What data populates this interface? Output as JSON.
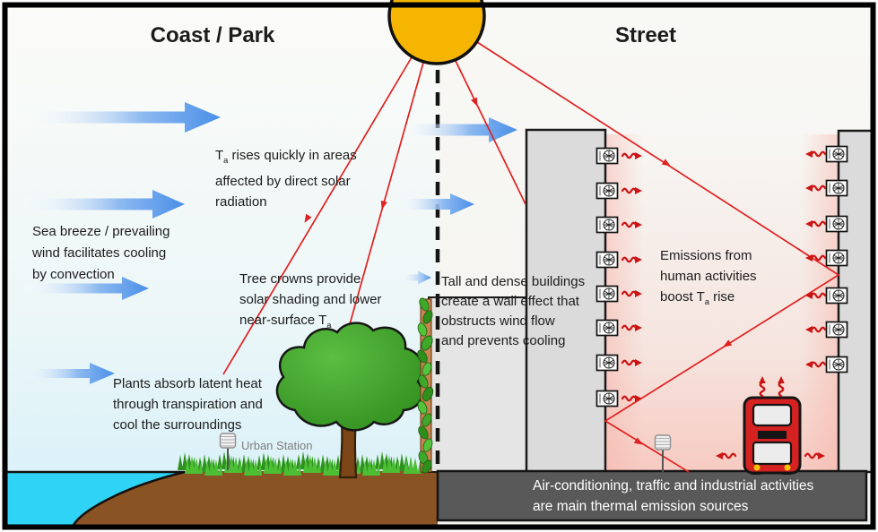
{
  "titles": {
    "left": "Coast / Park",
    "right": "Street"
  },
  "labels": {
    "solar": {
      "pre": "T",
      "sub": "a",
      "post": " rises quickly in areas",
      "line2": "affected by direct solar",
      "line3": "radiation"
    },
    "sea_breeze": {
      "line1": "Sea breeze / prevailing",
      "line2": "wind facilitates cooling",
      "line3": "by convection"
    },
    "tree": {
      "line1": "Tree crowns provide",
      "line2": "solar shading and lower",
      "line3_pre": "near-surface T",
      "line3_sub": "a"
    },
    "plants": {
      "line1": "Plants absorb latent heat",
      "line2": "through transpiration and",
      "line3": "cool the surroundings"
    },
    "wall": {
      "line1": "Tall and dense buildings",
      "line2": "create a wall effect that",
      "line3": "obstructs wind flow",
      "line4": "and prevents cooling"
    },
    "emissions": {
      "line1": "Emissions from",
      "line2": "human activities",
      "line3_pre": "boost T",
      "line3_sub": "a",
      "line3_post": " rise"
    },
    "urban_station": "Urban Station",
    "bottom_bar": {
      "line1": "Air-conditioning, traffic and industrial activities",
      "line2": "are main thermal emission sources"
    }
  },
  "icons": {
    "sun": "sun-icon",
    "wind": "wind-arrow-icon",
    "solar_ray": "solar-ray-icon",
    "ac_unit": "ac-unit-icon",
    "heat": "heat-squiggle-icon",
    "station": "urban-station-icon",
    "tree": "tree-icon",
    "green_wall": "green-wall-icon",
    "bus": "bus-icon"
  },
  "colors": {
    "sun": "#F5B500",
    "wind_arrow": "#4A8FE8",
    "solar_ray": "#E02020",
    "building": "#DBDBDB",
    "street_bar": "#595959",
    "water": "#2FD3F6",
    "ground": "#8A5323",
    "tree_crown": "#3FA029",
    "bus": "#D62121",
    "heat_glow": "#F7CDC4"
  }
}
